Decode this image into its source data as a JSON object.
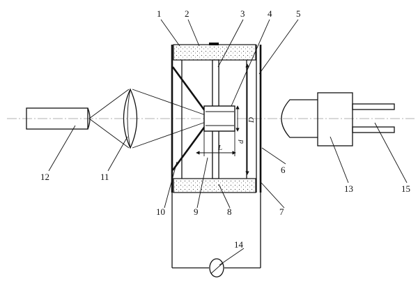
{
  "labels": {
    "l1": "1",
    "l2": "2",
    "l3": "3",
    "l4": "4",
    "l5": "5",
    "l6": "6",
    "l7": "7",
    "l8": "8",
    "l9": "9",
    "l10": "10",
    "l11": "11",
    "l12": "12",
    "l13": "13",
    "l14": "14",
    "l15": "15"
  },
  "dimensions": {
    "D": "D",
    "d": "d",
    "L": "L"
  }
}
